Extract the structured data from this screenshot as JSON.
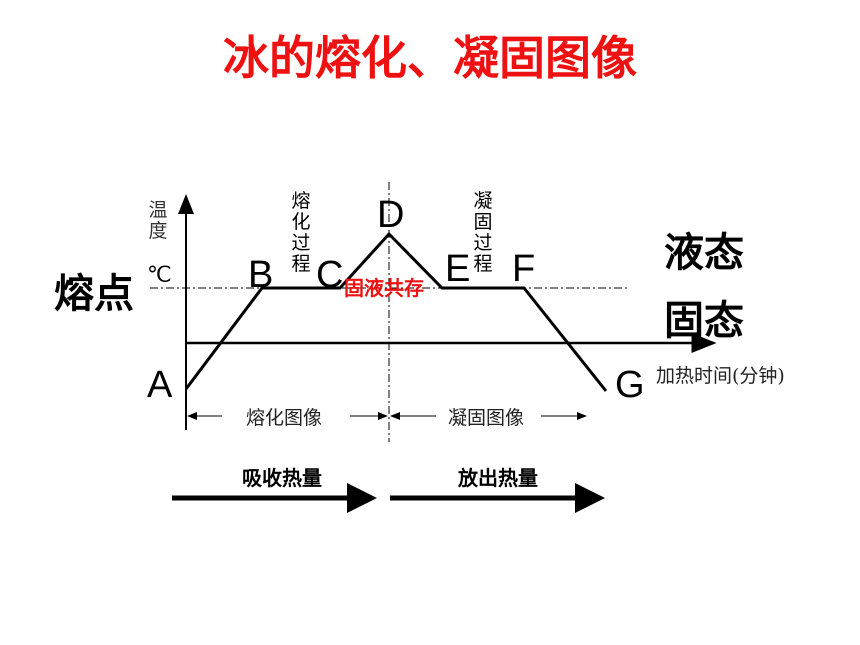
{
  "title": "冰的熔化、凝固图像",
  "colors": {
    "title": "#ee1111",
    "annotation": "#ee1111",
    "line": "#000000"
  },
  "axes": {
    "y_label": "温度",
    "unit": "℃",
    "x_label": "加热时间(分钟)",
    "melting_point_label": "熔点"
  },
  "points": {
    "A": "A",
    "B": "B",
    "C": "C",
    "D": "D",
    "E": "E",
    "F": "F",
    "G": "G"
  },
  "annotations": {
    "melting_process": "熔化过程",
    "solidifying_process": "凝固过程",
    "coexist": "固液共存"
  },
  "states": {
    "liquid": "液态",
    "solid": "固态"
  },
  "regions": {
    "melting_graph": "熔化图像",
    "solidifying_graph": "凝固图像"
  },
  "heat": {
    "absorb": "吸收热量",
    "release": "放出热量"
  }
}
